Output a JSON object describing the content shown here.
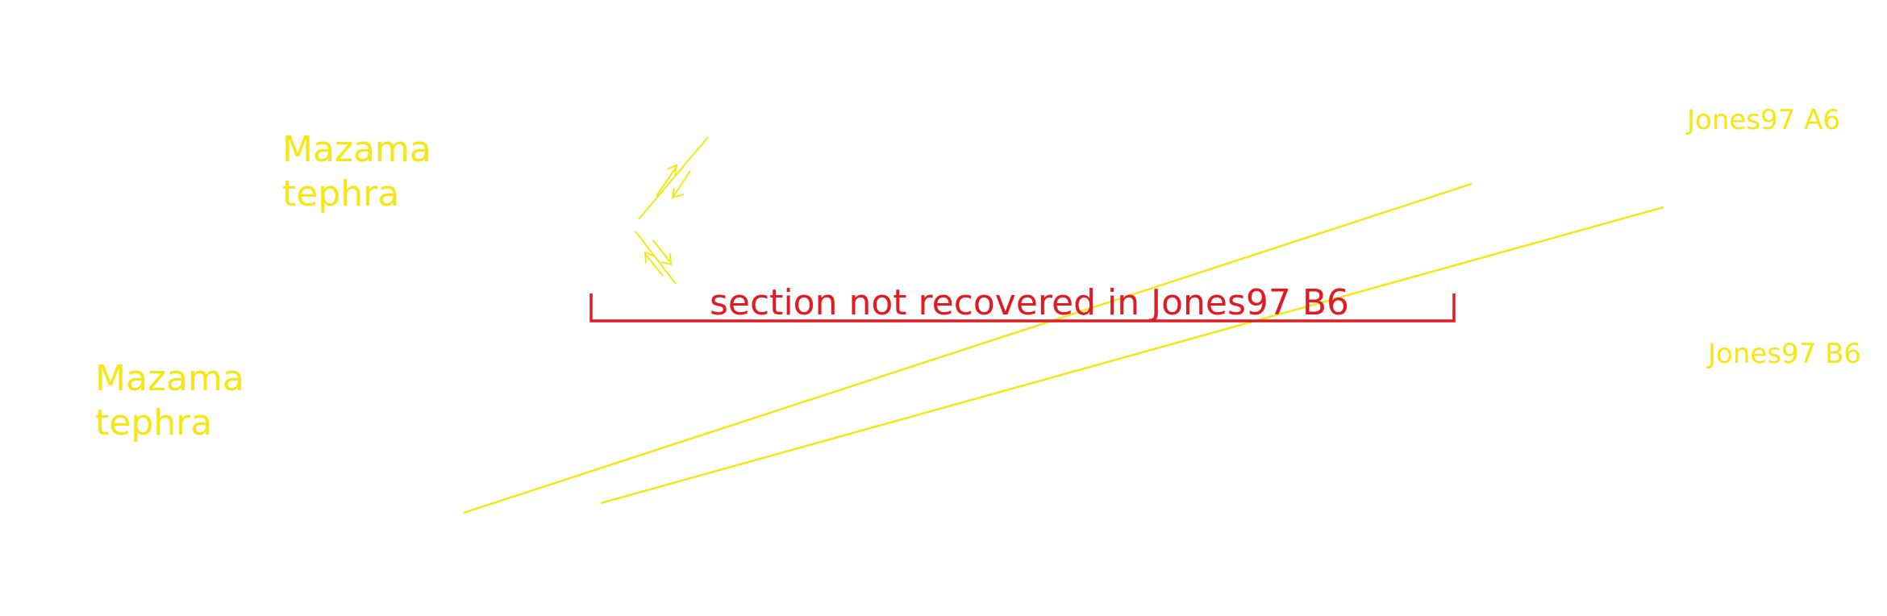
{
  "labels": {
    "tephra_upper_line1": "Mazama",
    "tephra_upper_line2": "tephra",
    "tephra_lower_line1": "Mazama",
    "tephra_lower_line2": "tephra",
    "core_a6": "Jones97 A6",
    "core_b6": "Jones97 B6",
    "gap_note": "section not recovered in Jones97 B6"
  },
  "colors": {
    "tephra": "#f5e614",
    "gap": "#e01b24",
    "background": "#ffffff"
  }
}
